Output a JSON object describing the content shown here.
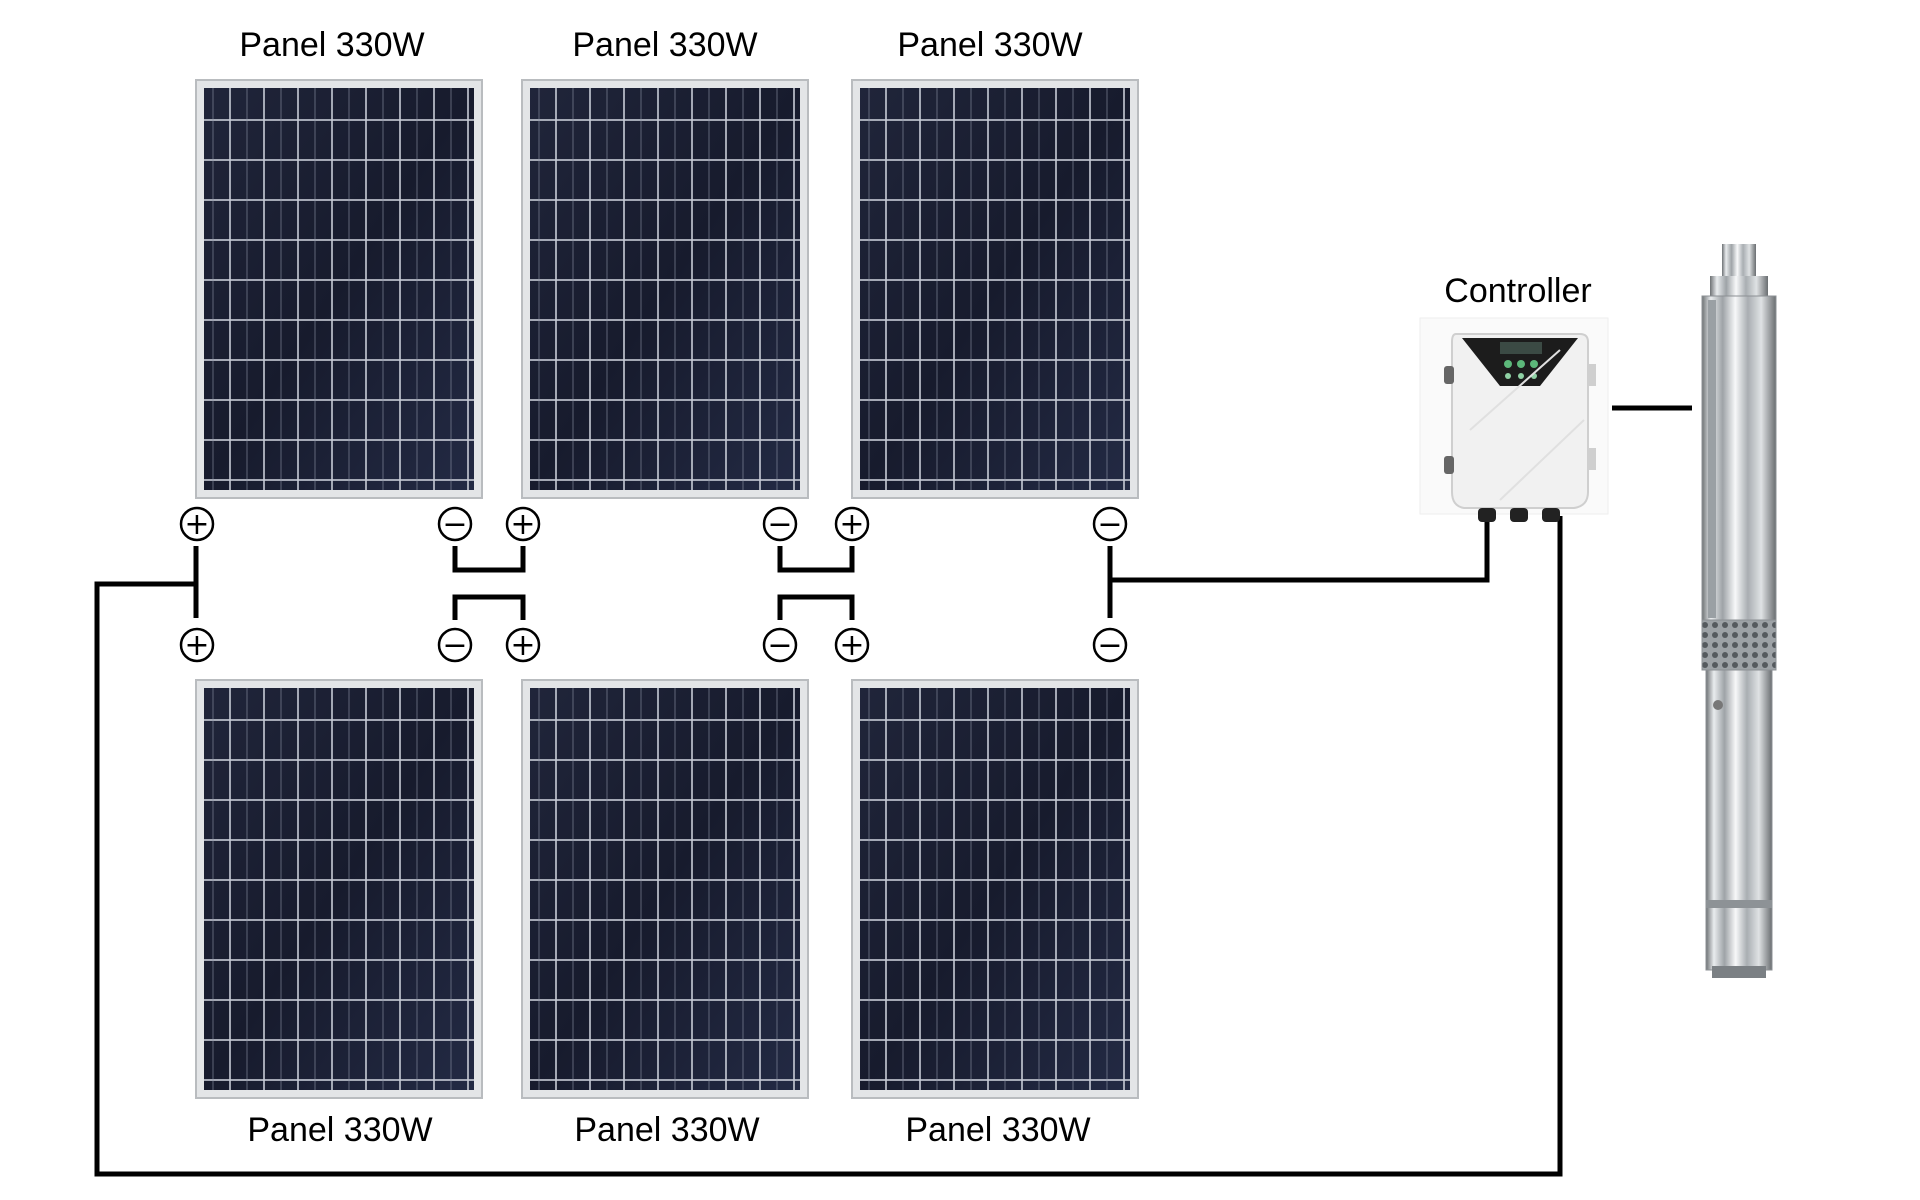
{
  "panels": [
    {
      "id": "top-1",
      "label": "Panel 330W",
      "position": "top",
      "column": 1
    },
    {
      "id": "top-2",
      "label": "Panel 330W",
      "position": "top",
      "column": 2
    },
    {
      "id": "top-3",
      "label": "Panel 330W",
      "position": "top",
      "column": 3
    },
    {
      "id": "bottom-1",
      "label": "Panel 330W",
      "position": "bottom",
      "column": 1
    },
    {
      "id": "bottom-2",
      "label": "Panel 330W",
      "position": "bottom",
      "column": 2
    },
    {
      "id": "bottom-3",
      "label": "Panel 330W",
      "position": "bottom",
      "column": 3
    }
  ],
  "terminals": {
    "positive": "+",
    "negative": "−"
  },
  "controller": {
    "label": "Controller"
  },
  "icons": {
    "panel": "solar-panel-icon",
    "controller": "pump-controller-icon",
    "pump": "submersible-pump-icon"
  },
  "colors": {
    "wire": "#000000",
    "panel_cell": "#1c2136",
    "panel_frame": "#d8dadc",
    "controller_body": "#f3f3f3",
    "controller_face": "#1a1a1a",
    "pump_steel": "#b5b8bb"
  }
}
